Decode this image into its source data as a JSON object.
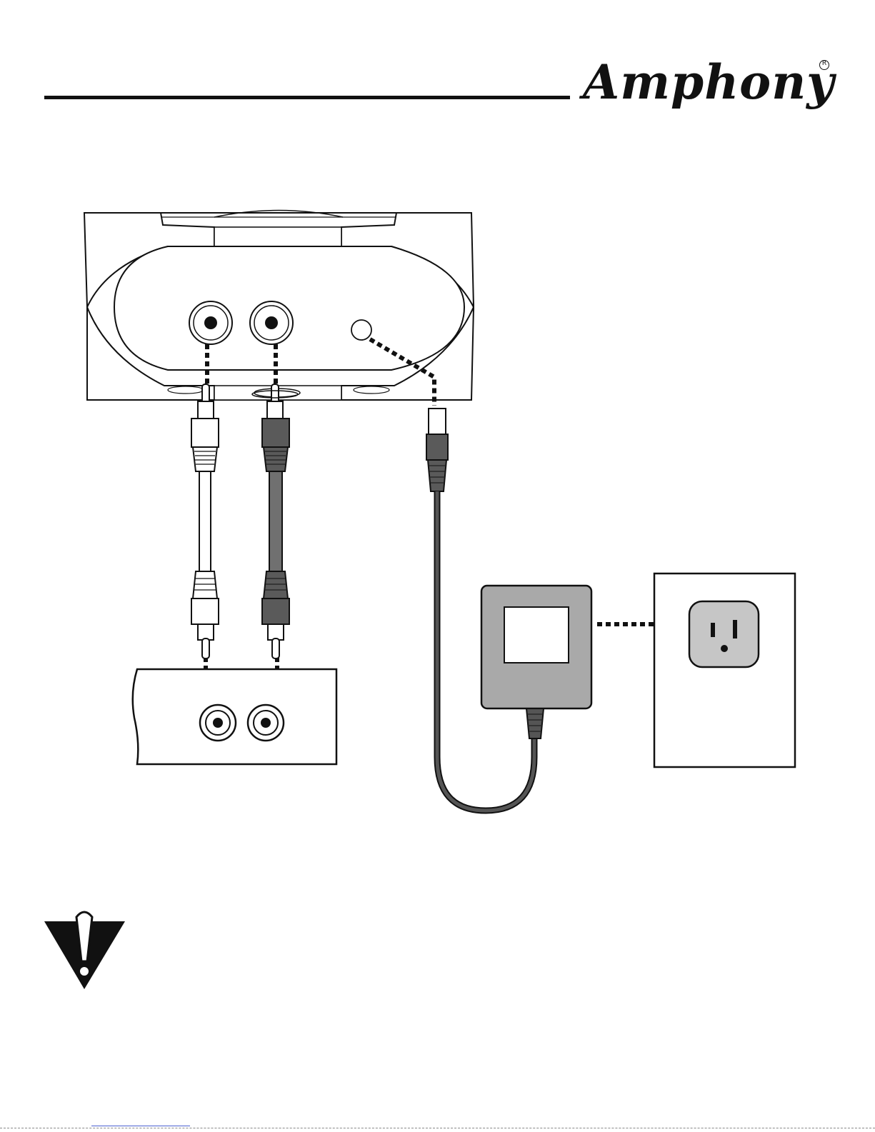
{
  "header": {
    "brand_name": "Amphony",
    "registered_mark": "R"
  },
  "diagram": {
    "components": [
      "receiver-unit-back-panel",
      "rca-cable-white",
      "rca-cable-gray",
      "audio-source-device",
      "power-adapter",
      "wall-outlet"
    ],
    "colors": {
      "outline": "#111111",
      "cable_gray": "#707070",
      "plug_gray": "#5a5a5a",
      "adapter_gray": "#a9a9a9",
      "outlet_gray": "#c6c6c6",
      "cord_dark": "#555555"
    }
  },
  "warning": {
    "icon": "warning-triangle-icon"
  },
  "footer": {
    "link_color": "#4a5fd0"
  }
}
